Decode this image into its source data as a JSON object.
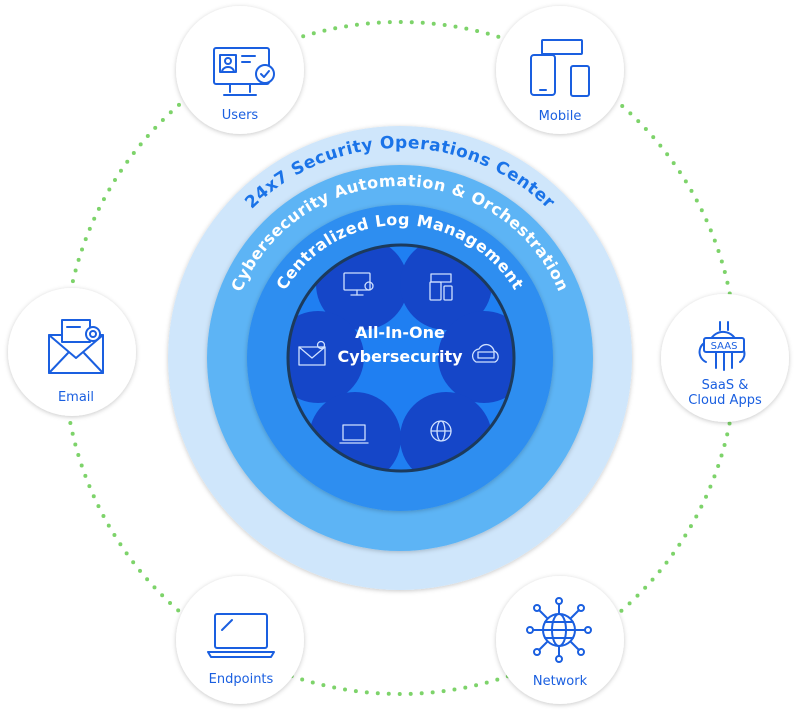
{
  "rings": {
    "outer": {
      "label": "24x7 Security Operations Center",
      "color": "#cfe6fb",
      "text_color": "#1a73e8"
    },
    "middle": {
      "label": "Cybersecurity Automation & Orchestration",
      "color": "#5db4f5",
      "text_color": "#ffffff"
    },
    "inner": {
      "label": "Centralized Log Management",
      "color": "#2d8ef0",
      "text_color": "#ffffff"
    }
  },
  "core": {
    "line1": "All-In-One",
    "line2": "Cybersecurity",
    "color": "#1f7ff2",
    "border": "#1c3a5c"
  },
  "satellites": [
    {
      "label": "Users",
      "icon": "monitor-user-check-icon"
    },
    {
      "label": "Mobile",
      "icon": "devices-icon"
    },
    {
      "label": "Email",
      "icon": "envelope-icon"
    },
    {
      "label": "SaaS &",
      "label2": "Cloud Apps",
      "icon": "saas-cloud-icon"
    },
    {
      "label": "Endpoints",
      "icon": "laptop-icon"
    },
    {
      "label": "Network",
      "icon": "globe-network-icon"
    }
  ],
  "colors": {
    "connector": "#7dd36a",
    "icon": "#1a5fe0",
    "inner_bubble": "#1546c8"
  }
}
